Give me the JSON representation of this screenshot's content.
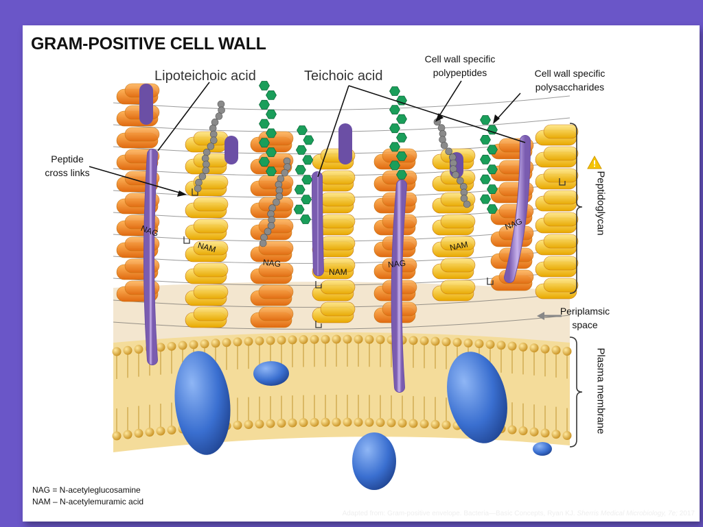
{
  "title": "GRAM-POSITIVE CELL WALL",
  "labels": {
    "lipoteichoic": "Lipoteichoic acid",
    "teichoic": "Teichoic acid",
    "polypeptides": "Cell wall specific polypeptides",
    "polysaccharides": "Cell wall specific polysaccharides",
    "peptide_cross_links": "Peptide cross links",
    "peptidoglycan": "Peptidoglycan",
    "periplasmic": "Periplamsic space",
    "plasma_membrane": "Plasma membrane"
  },
  "inline_labels": {
    "nag": "NAG",
    "nam": "NAM"
  },
  "legend": {
    "nag": "NAG = N-acetyleglucosamine",
    "nam": "NAM – N-acetylemuramic acid"
  },
  "citation": {
    "prefix": "Adapted from: Gram-positive envelope. Bacteria—Basic Concepts, Ryan KJ. ",
    "italic": "Sherris Medical Microbiology, 7e;",
    "suffix": " 2017"
  },
  "colors": {
    "frame": "#6a56c8",
    "orange": "#f08a1e",
    "yellow": "#f7c21a",
    "purple": "#9a7cc8",
    "green": "#1a9e5a",
    "protein": "#3a6fd0",
    "lipid": "#e0b050",
    "periplasm": "#f3e6cf"
  }
}
